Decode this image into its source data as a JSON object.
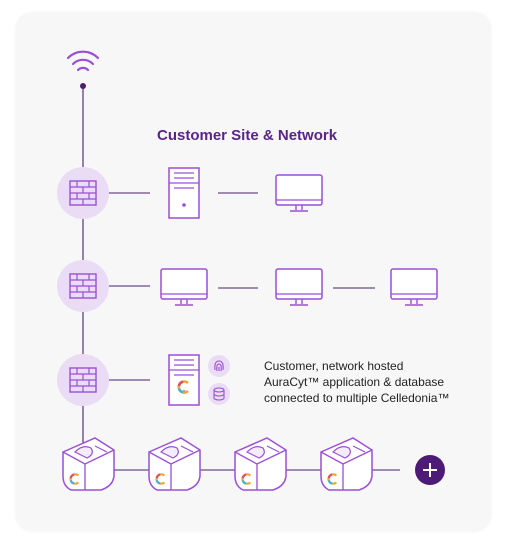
{
  "title": "Customer Site & Network",
  "description_lines": [
    "Customer, network hosted",
    "AuraCyt™ application & database",
    "connected to multiple Celledonia™"
  ],
  "icons": {
    "wifi": "wifi-icon",
    "firewall": "firewall-icon",
    "server": "server-tower-icon",
    "monitor": "monitor-icon",
    "fingerprint": "fingerprint-icon",
    "database": "database-icon",
    "device": "celledonia-device-icon",
    "add": "plus-icon"
  },
  "colors": {
    "line": "#4a1f6d",
    "icon_stroke": "#9b4fd6",
    "firewall_fill": "#e9dcf4",
    "brand_dark": "#5b2388",
    "add_button": "#4d1a78"
  }
}
